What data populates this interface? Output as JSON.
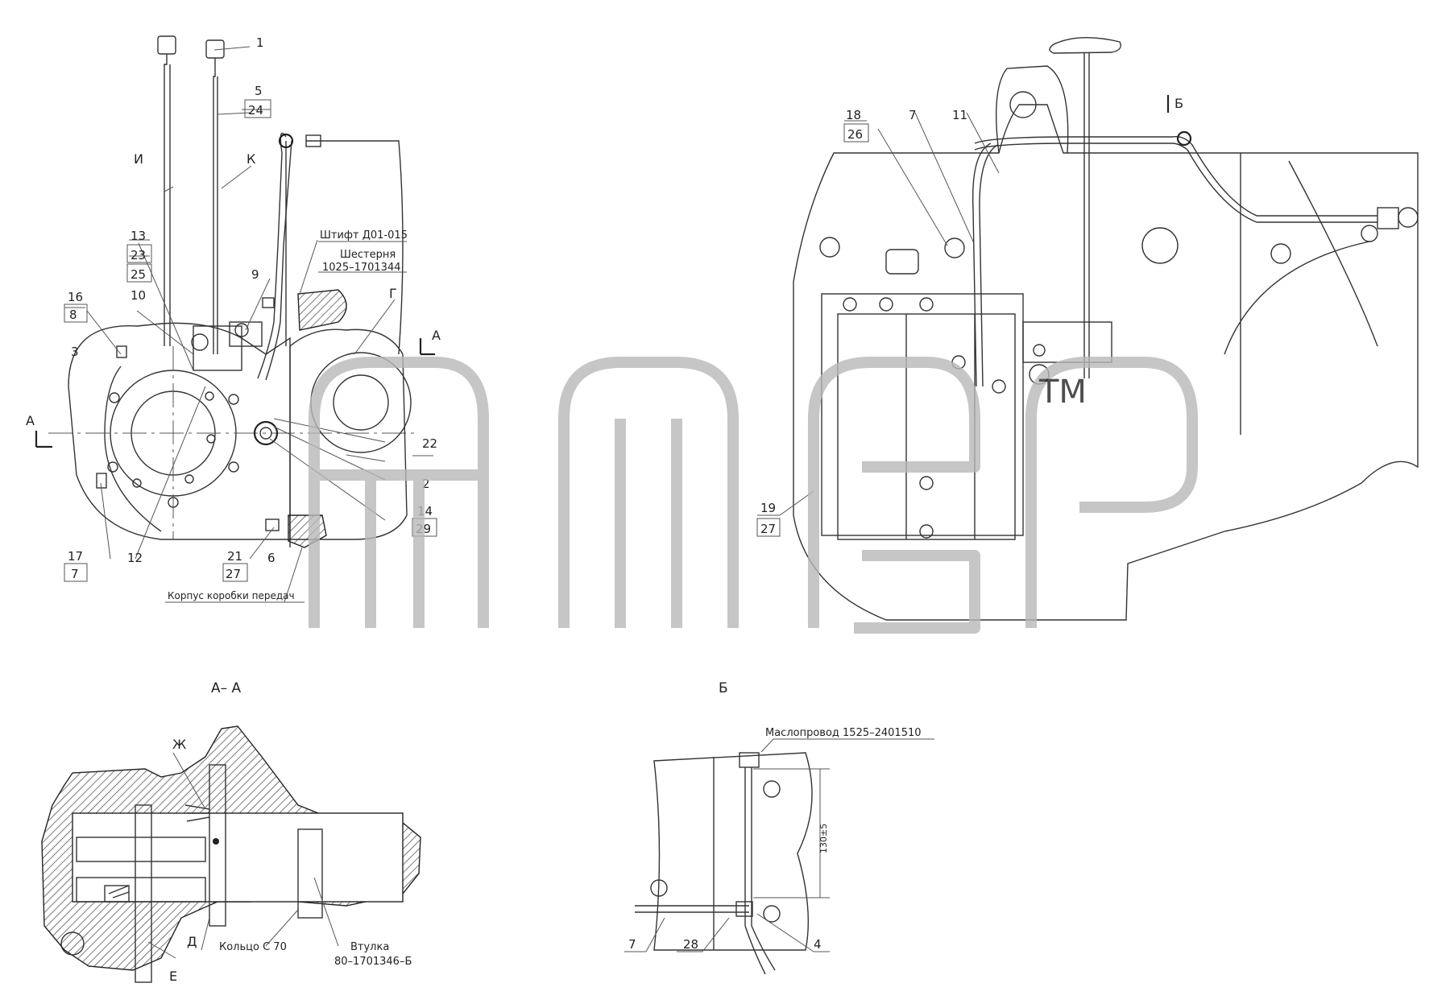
{
  "labels": {
    "view_aa_title": "А– А",
    "view_b_title": "Б",
    "section_a_mark": "А",
    "section_a_mark_right": "А",
    "section_b_mark": "Б",
    "letter_i": "И",
    "letter_k": "К",
    "letter_g": "Г",
    "letter_zh": "Ж",
    "letter_d": "Д",
    "letter_e": "Е",
    "dim_130": "130±5",
    "pin": "Штифт Д01-015",
    "gear_1": "Шестерня",
    "gear_2": "1025–1701344",
    "housing": "Корпус коробки передач",
    "ring": "Кольцо С 70",
    "bushing_1": "Втулка",
    "bushing_2": "80–1701346–Б",
    "oil_line": "Маслопровод 1525–2401510",
    "watermark_tm": "ТМ"
  },
  "callouts": {
    "n1": "1",
    "n5": "5",
    "n24": "24",
    "n13": "13",
    "n23": "23",
    "n25": "25",
    "n16": "16",
    "n8": "8",
    "n10": "10",
    "n3": "3",
    "n9": "9",
    "n22": "22",
    "n2": "2",
    "n14": "14",
    "n29": "29",
    "n17": "17",
    "n7a": "7",
    "n12": "12",
    "n21": "21",
    "n27a": "27",
    "n6": "6",
    "n18": "18",
    "n26": "26",
    "n7b": "7",
    "n11": "11",
    "n19": "19",
    "n27b": "27",
    "n7c": "7",
    "n28": "28",
    "n4": "4"
  },
  "colors": {
    "line": "#333333",
    "watermark": "#b8b8b8",
    "background": "#ffffff"
  }
}
